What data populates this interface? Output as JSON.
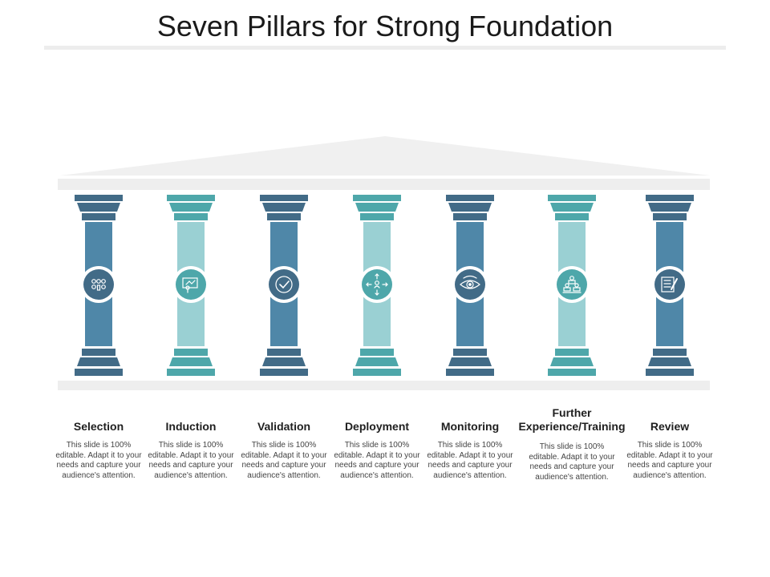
{
  "title": "Seven Pillars for Strong Foundation",
  "colors": {
    "dark_shaft": "#4f87a8",
    "dark_cap": "#426b87",
    "light_shaft": "#9ad0d3",
    "light_cap": "#4ea7aa",
    "roof": "#f0f0f0",
    "base": "#eeeeee"
  },
  "pillars": [
    {
      "label": "Selection",
      "description": "This slide is 100% editable. Adapt it to your needs and capture your audience's attention.",
      "icon": "people-grid-icon",
      "tone": "dark"
    },
    {
      "label": "Induction",
      "description": "This slide is 100% editable. Adapt it to your needs and capture your audience's attention.",
      "icon": "presentation-board-icon",
      "tone": "light"
    },
    {
      "label": "Validation",
      "description": "This slide is 100% editable. Adapt it to your needs and capture your audience's attention.",
      "icon": "checkmark-circle-icon",
      "tone": "dark"
    },
    {
      "label": "Deployment",
      "description": "This slide is 100% editable. Adapt it to your needs and capture your audience's attention.",
      "icon": "person-arrows-icon",
      "tone": "light"
    },
    {
      "label": "Monitoring",
      "description": "This slide is 100% editable. Adapt it to your needs and capture your audience's attention.",
      "icon": "eye-icon",
      "tone": "dark"
    },
    {
      "label": "Further Experience/Training",
      "description": "This slide is 100% editable. Adapt it to your needs and capture your audience's attention.",
      "icon": "team-hierarchy-icon",
      "tone": "light"
    },
    {
      "label": "Review",
      "description": "This slide is 100% editable. Adapt it to your needs and capture your audience's attention.",
      "icon": "document-pen-icon",
      "tone": "dark"
    }
  ]
}
